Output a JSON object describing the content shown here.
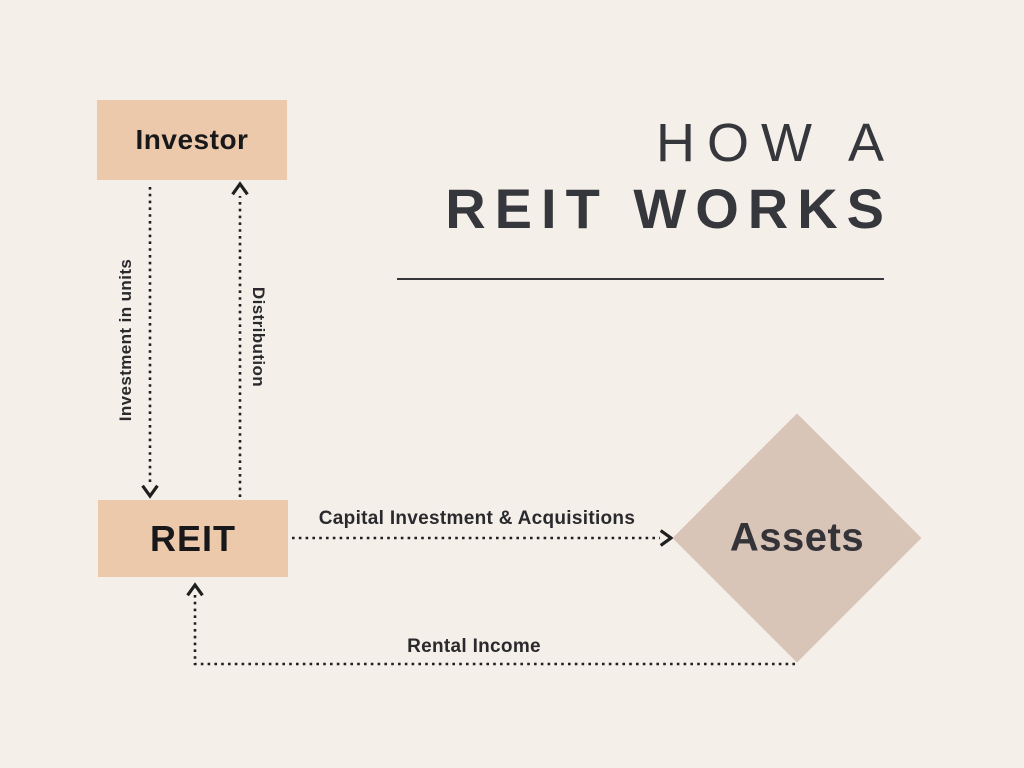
{
  "title": {
    "line1": "HOW A",
    "line2": "REIT WORKS"
  },
  "nodes": {
    "investor": {
      "label": "Investor",
      "shape": "rectangle"
    },
    "reit": {
      "label": "REIT",
      "shape": "rectangle"
    },
    "assets": {
      "label": "Assets",
      "shape": "diamond"
    }
  },
  "edges": {
    "investment": {
      "label": "Investment in units",
      "from": "Investor",
      "to": "REIT",
      "style": "dotted-arrow"
    },
    "distribution": {
      "label": "Distribution",
      "from": "REIT",
      "to": "Investor",
      "style": "dotted-arrow"
    },
    "capital": {
      "label": "Capital Investment & Acquisitions",
      "from": "REIT",
      "to": "Assets",
      "style": "dotted-arrow"
    },
    "rental": {
      "label": "Rental Income",
      "from": "Assets",
      "to": "REIT",
      "style": "dotted-arrow"
    }
  },
  "colors": {
    "background": "#f4efe8",
    "box": "#ecc9ab",
    "diamond": "#d9c4b8",
    "ink": "#18181a",
    "title": "#36373c",
    "label": "#2a2a2e",
    "line": "#1f1f1f"
  }
}
